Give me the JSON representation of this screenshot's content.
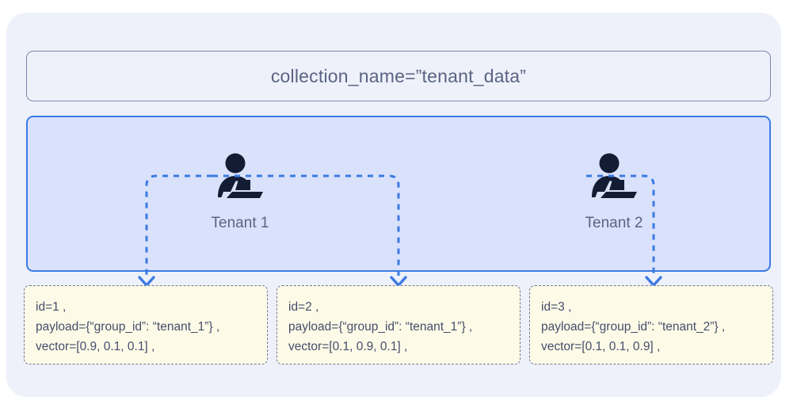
{
  "diagram": {
    "collection": {
      "label": "collection_name=”tenant_data”"
    },
    "tenants": [
      {
        "name": "Tenant 1",
        "icon": "person-at-laptop-icon"
      },
      {
        "name": "Tenant 2",
        "icon": "person-at-laptop-icon"
      }
    ],
    "records": [
      {
        "id_line": "id=1 ,",
        "payload_line": "payload={“group_id”: “tenant_1”} ,",
        "vector_line": "vector=[0.9, 0.1, 0.1] ,"
      },
      {
        "id_line": "id=2 ,",
        "payload_line": "payload={“group_id”: “tenant_1”} ,",
        "vector_line": "vector=[0.1, 0.9, 0.1] ,"
      },
      {
        "id_line": "id=3 ,",
        "payload_line": "payload={“group_id”: “tenant_2”} ,",
        "vector_line": "vector=[0.1, 0.1, 0.9] ,"
      }
    ],
    "colors": {
      "card_background": "#eef1fa",
      "panel_fill": "#d9e1fb",
      "panel_border": "#3c7ae4",
      "connector": "#3c7ae4",
      "record_fill": "#fdfbe7",
      "record_border": "#6d7597",
      "text": "#5a6383",
      "icon": "#121c33"
    }
  }
}
